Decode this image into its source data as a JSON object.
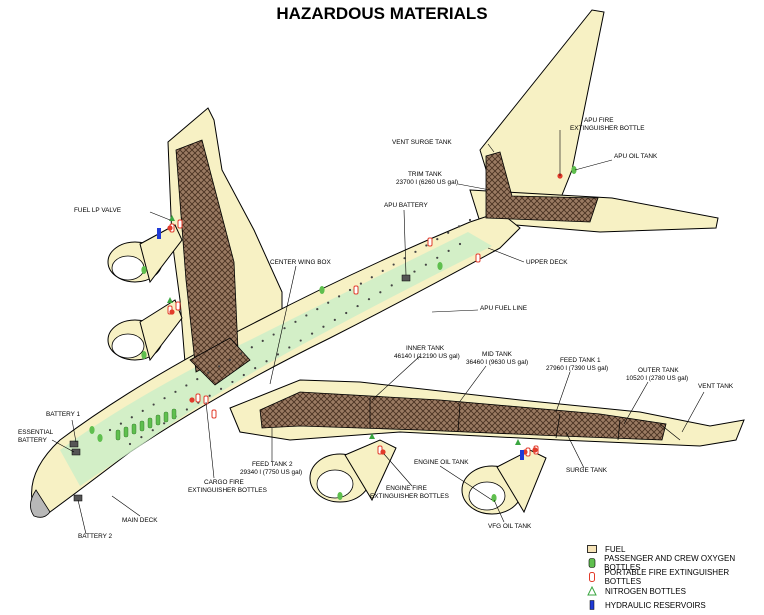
{
  "title": "HAZARDOUS MATERIALS",
  "colors": {
    "airframe": "#f7f1c4",
    "fuel": "#8f6f58",
    "oxygen": "#5fbf4e",
    "extinguisher": "#e23b2a",
    "nitrogen": "#3aa640",
    "hydraulic": "#1f3ad6",
    "cabin_zone": "#c7edc3"
  },
  "labels": {
    "apu_fire_extinguisher_bottle": [
      "APU FIRE",
      "EXTINGUISHER BOTTLE"
    ],
    "vent_surge_tank": "VENT SURGE TANK",
    "apu_oil_tank": "APU OIL TANK",
    "trim_tank": [
      "TRIM TANK",
      "23700 l (6260 US gal)"
    ],
    "fuel_lp_valve": "FUEL LP VALVE",
    "apu_battery": "APU BATTERY",
    "center_wing_box": "CENTER WING BOX",
    "upper_deck": "UPPER DECK",
    "apu_fuel_line": "APU FUEL LINE",
    "inner_tank": [
      "INNER TANK",
      "46140 l (12190 US gal)"
    ],
    "mid_tank": [
      "MID TANK",
      "36460 l (9630 US gal)"
    ],
    "feed_tank_1": [
      "FEED TANK 1",
      "27960 l (7390 US gal)"
    ],
    "outer_tank": [
      "OUTER TANK",
      "10520 l (2780 US gal)"
    ],
    "vent_tank": "VENT TANK",
    "battery_1": "BATTERY 1",
    "essential_battery": [
      "ESSENTIAL",
      "BATTERY"
    ],
    "cargo_fire_extinguisher_bottles": [
      "CARGO FIRE",
      "EXTINGUISHER BOTTLES"
    ],
    "feed_tank_2": [
      "FEED TANK 2",
      "29340 l (7750 US gal)"
    ],
    "engine_oil_tank": "ENGINE OIL TANK",
    "engine_fire_extinguisher_bottles": [
      "ENGINE FIRE",
      "EXTINGUISHER BOTTLES"
    ],
    "surge_tank": "SURGE TANK",
    "main_deck": "MAIN DECK",
    "battery_2": "BATTERY 2",
    "vfg_oil_tank": "VFG OIL TANK"
  },
  "legend": [
    {
      "key": "fuel",
      "label": "FUEL"
    },
    {
      "key": "oxygen",
      "label": "PASSENGER AND CREW OXYGEN BOTTLES"
    },
    {
      "key": "extinguisher",
      "label": "PORTABLE FIRE EXTINGUISHER BOTTLES"
    },
    {
      "key": "nitrogen",
      "label": "NITROGEN BOTTLES"
    },
    {
      "key": "hydraulic",
      "label": "HYDRAULIC RESERVOIRS"
    }
  ]
}
